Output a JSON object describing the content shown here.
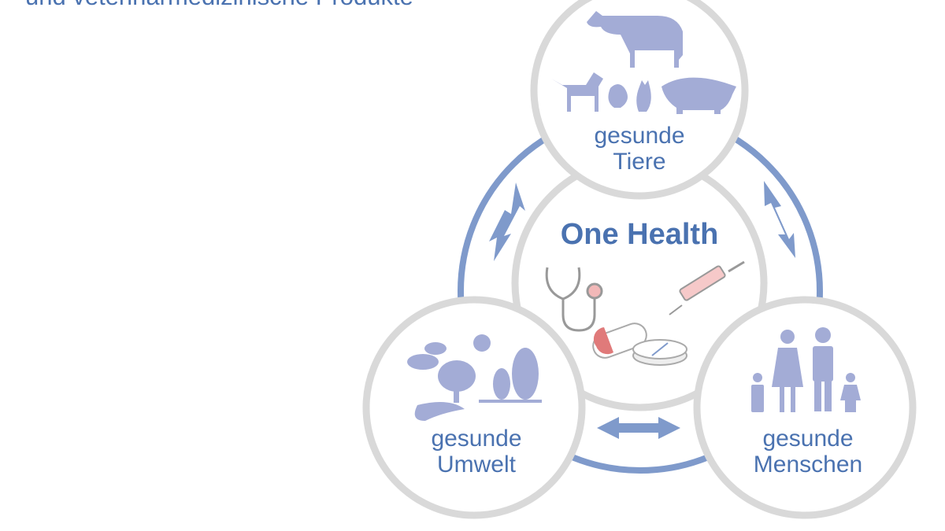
{
  "headline": "und veterinärmedizinische Produkte",
  "center": {
    "title": "One Health"
  },
  "nodes": {
    "animals": {
      "line1": "gesunde",
      "line2": "Tiere"
    },
    "environment": {
      "line1": "gesunde",
      "line2": "Umwelt"
    },
    "humans": {
      "line1": "gesunde",
      "line2": "Menschen"
    }
  },
  "colors": {
    "text": "#4a72b0",
    "ring": "#7f9acb",
    "icon": "#a3acd6",
    "circle_border": "#d9d9d9",
    "accent_red": "#e07a7a"
  }
}
